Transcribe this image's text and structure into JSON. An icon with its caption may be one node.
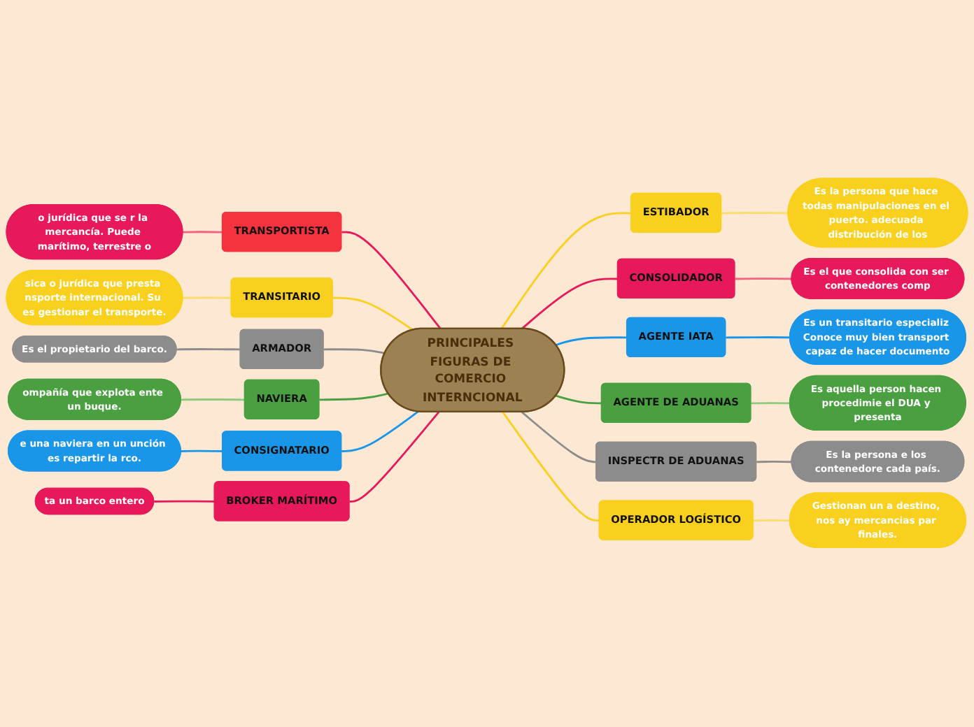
{
  "diagram": {
    "nodes": [
      {
        "text": [
          "PRINCIPALES FIGURAS DE COMERCIO INTERNCIONAL"
        ]
      },
      {
        "text": [
          "TRANSPORTISTA"
        ]
      },
      {
        "text": [
          "o jurídica que se r la mercancía. Puede marítimo, terrestre o"
        ]
      },
      {
        "text": [
          "TRANSITARIO"
        ]
      },
      {
        "text": [
          "sica o jurídica que presta nsporte internacional. Su es gestionar el transporte."
        ]
      },
      {
        "text": [
          "ARMADOR"
        ]
      },
      {
        "text": [
          "Es el propietario del barco."
        ]
      },
      {
        "text": [
          "NAVIERA"
        ]
      },
      {
        "text": [
          "ompañía que explota ente un buque."
        ]
      },
      {
        "text": [
          "CONSIGNATARIO"
        ]
      },
      {
        "text": [
          "e una naviera en un unción es repartir la rco."
        ]
      },
      {
        "text": [
          "BROKER MARÍTIMO"
        ]
      },
      {
        "text": [
          "ta un barco entero"
        ]
      },
      {
        "text": [
          "ESTIBADOR"
        ]
      },
      {
        "text": [
          "Es la persona que hace todas manipulaciones en el puerto. adecuada distribución de los"
        ]
      },
      {
        "text": [
          "CONSOLIDADOR"
        ]
      },
      {
        "text": [
          "Es el que consolida con ser contenedores comp"
        ]
      },
      {
        "text": [
          "AGENTE IATA"
        ]
      },
      {
        "text": [
          "Es un transitario especializ Conoce muy bien transport capaz de hacer documento"
        ]
      },
      {
        "text": [
          "AGENTE DE ADUANAS"
        ]
      },
      {
        "text": [
          "Es aquella person hacen procedimie el DUA y presenta"
        ]
      },
      {
        "text": [
          "INSPECTR DE ADUANAS"
        ]
      },
      {
        "text": [
          "Es la persona e los contenedore cada país."
        ]
      },
      {
        "text": [
          "OPERADOR LOGÍSTICO"
        ]
      },
      {
        "text": [
          "Gestionan un a destino, nos ay mercancias par finales."
        ]
      }
    ],
    "edges": [
      {
        "from": 2,
        "to": 1,
        "arrow": "none",
        "color": "#f0627f"
      },
      {
        "from": 1,
        "to": 0,
        "arrow": "none",
        "color": "#e8195a"
      },
      {
        "from": 4,
        "to": 3,
        "arrow": "none",
        "color": "#f9dc6a"
      },
      {
        "from": 3,
        "to": 0,
        "arrow": "none",
        "color": "#f9d01e"
      },
      {
        "from": 6,
        "to": 5,
        "arrow": "none",
        "color": "#8c8c8c"
      },
      {
        "from": 5,
        "to": 0,
        "arrow": "none",
        "color": "#8c8c8c"
      },
      {
        "from": 8,
        "to": 7,
        "arrow": "none",
        "color": "#8fc97f"
      },
      {
        "from": 7,
        "to": 0,
        "arrow": "none",
        "color": "#4aa040"
      },
      {
        "from": 10,
        "to": 9,
        "arrow": "none",
        "color": "#1a96e8"
      },
      {
        "from": 9,
        "to": 0,
        "arrow": "none",
        "color": "#1a96e8"
      },
      {
        "from": 12,
        "to": 11,
        "arrow": "none",
        "color": "#e8195a"
      },
      {
        "from": 11,
        "to": 0,
        "arrow": "none",
        "color": "#e8195a"
      },
      {
        "from": 0,
        "to": 13,
        "arrow": "none",
        "color": "#f9d01e"
      },
      {
        "from": 13,
        "to": 14,
        "arrow": "none",
        "color": "#f9dc6a"
      },
      {
        "from": 0,
        "to": 15,
        "arrow": "none",
        "color": "#e8195a"
      },
      {
        "from": 15,
        "to": 16,
        "arrow": "none",
        "color": "#f0627f"
      },
      {
        "from": 0,
        "to": 17,
        "arrow": "none",
        "color": "#1a96e8"
      },
      {
        "from": 17,
        "to": 18,
        "arrow": "none",
        "color": "#1a96e8"
      },
      {
        "from": 0,
        "to": 19,
        "arrow": "none",
        "color": "#4aa040"
      },
      {
        "from": 19,
        "to": 20,
        "arrow": "none",
        "color": "#8fc97f"
      },
      {
        "from": 0,
        "to": 21,
        "arrow": "none",
        "color": "#8c8c8c"
      },
      {
        "from": 21,
        "to": 22,
        "arrow": "none",
        "color": "#8c8c8c"
      },
      {
        "from": 0,
        "to": 23,
        "arrow": "none",
        "color": "#f9d01e"
      },
      {
        "from": 23,
        "to": 24,
        "arrow": "none",
        "color": "#f9dc6a"
      }
    ]
  }
}
